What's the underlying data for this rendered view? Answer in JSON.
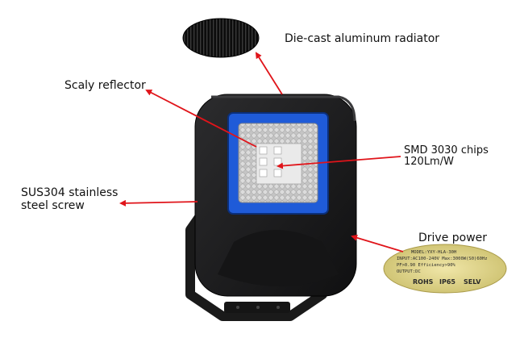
{
  "labels": {
    "radiator": "Die-cast aluminum radiator",
    "reflector": "Scaly reflector",
    "chips_line1": "SMD 3030 chips",
    "chips_line2": "120Lm/W",
    "screw_line1": "SUS304 stainless",
    "screw_line2": "steel screw",
    "drive_power": "Drive power"
  },
  "nameplate": {
    "model": "MODEL:YXY-HLA-30H",
    "rating": "INPUT:AC100-240V  Max:3000W(S0)60Hz",
    "line3": "PF>0.90  Efficiency>90%",
    "line4": "OUTPUT:DC",
    "certs": [
      "ROHS",
      "IP65",
      "SELV"
    ]
  },
  "colors": {
    "arrow": "#e0141a",
    "housing": "#1d1d1f",
    "blue_panel": "#1f5bd8",
    "label_plate": "#e6d88c"
  }
}
